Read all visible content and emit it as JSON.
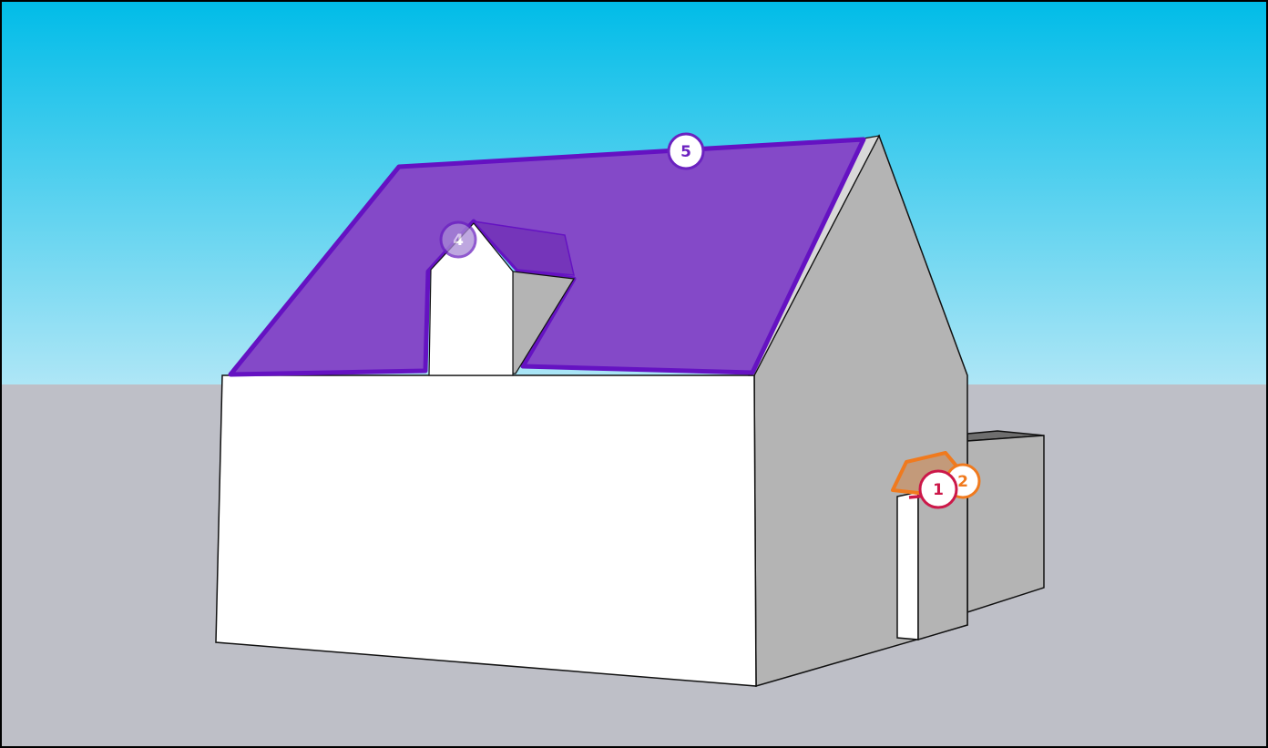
{
  "scene": {
    "description_free": true,
    "colors": {
      "sky_top": "#00bce8",
      "sky_bottom": "#aee6f6",
      "ground": "#bebfc7",
      "wall_front": "#ffffff",
      "wall_side": "#b4b4b4",
      "roof_fill": "#8449c8",
      "roof_stroke": "#6512c2",
      "dormer_roof": "#7535ba",
      "outline": "#111111"
    }
  },
  "markers": [
    {
      "id": "marker-1",
      "label": "1",
      "color": "#cc1849"
    },
    {
      "id": "marker-2",
      "label": "2",
      "color": "#f07a1e"
    },
    {
      "id": "marker-4",
      "label": "4",
      "color": "#6b22c0"
    },
    {
      "id": "marker-5",
      "label": "5",
      "color": "#6b22c0"
    }
  ],
  "highlights": [
    {
      "name": "roof-highlight",
      "color": "#6512c2",
      "marker": "5"
    },
    {
      "name": "dormer-roof-highlight",
      "color": "#6512c2",
      "marker": "4"
    },
    {
      "name": "porch-roof-highlight",
      "color": "#f07a1e",
      "marker": "2"
    },
    {
      "name": "porch-edge-highlight",
      "color": "#cc1849",
      "marker": "1"
    }
  ]
}
